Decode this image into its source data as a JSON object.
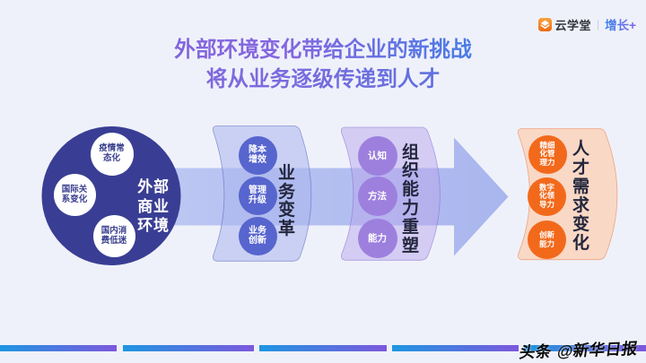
{
  "slide": {
    "background_color": "#EFF1FA"
  },
  "logo": {
    "icon": "yunxuetang-logo-icon",
    "icon_color": "#F07A1E",
    "brand": "云学堂",
    "divider": "|",
    "product": "增长+",
    "product_color": "#6D6FEE"
  },
  "title": {
    "line1": "外部环境变化带给企业的新挑战",
    "line2": "将从业务逐级传递到人才",
    "gradient_colors": [
      "#5A65E0",
      "#8467E0",
      "#2F7DE3"
    ]
  },
  "diagram": {
    "source": {
      "label": "外部商业环境",
      "circle_color": "#393E94",
      "bubble_text_color": "#363B8E",
      "bubbles": [
        "疫情常态化",
        "国际关系变化",
        "国内消费低迷"
      ]
    },
    "arrow": {
      "shape": "right-arrow",
      "color": "#AFBBEF"
    },
    "stages": [
      {
        "label": "业务变革",
        "panel_color": "#C9D0F3",
        "bubble_color": "#5765CE",
        "bubbles": [
          "降本增效",
          "管理升级",
          "业务创新"
        ]
      },
      {
        "label": "组织能力重塑",
        "panel_color": "#D8D0F4",
        "bubble_color": "#9D80DE",
        "bubbles": [
          "认知",
          "方法",
          "能力"
        ]
      },
      {
        "label": "人才需求变化",
        "panel_color": "#F9D8C6",
        "bubble_color": "#F2691B",
        "bubbles": [
          "精细化管理力",
          "数字化领导力",
          "创新能力"
        ]
      }
    ]
  },
  "footer": {
    "stripe_gradient": [
      "#1E96E2",
      "#7C58DC"
    ],
    "watermark_platform": "头条",
    "watermark_account": "@新华日报"
  }
}
